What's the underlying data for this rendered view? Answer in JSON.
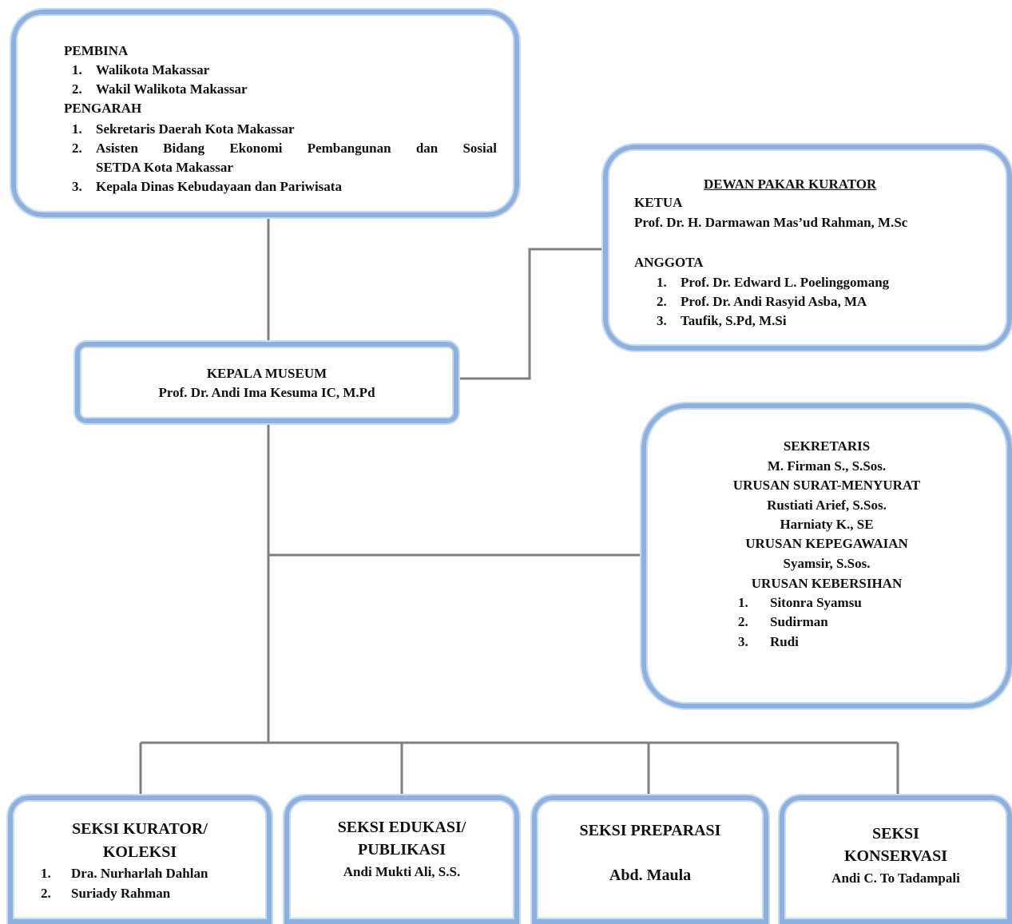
{
  "pembina_box": {
    "heading1": "PEMBINA",
    "pembina": [
      "Walikota Makassar",
      "Wakil Walikota Makassar"
    ],
    "heading2": "PENGARAH",
    "pengarah_1": "Sekretaris Daerah Kota Makassar",
    "pengarah_2_line1": "Asisten Bidang Ekonomi Pembangunan dan Sosial",
    "pengarah_2_line2": "SETDA Kota Makassar",
    "pengarah_3": "Kepala Dinas Kebudayaan dan Pariwisata",
    "numbers": [
      "1.",
      "2.",
      "1.",
      "2.",
      "3."
    ]
  },
  "dewan_pakar": {
    "title": "DEWAN PAKAR KURATOR",
    "ketua_label": "KETUA",
    "ketua_name": "Prof. Dr. H. Darmawan Mas’ud Rahman, M.Sc",
    "anggota_label": "ANGGOTA",
    "anggota": [
      "Prof. Dr. Edward L. Poelinggomang",
      "Prof. Dr. Andi Rasyid Asba, MA",
      "Taufik, S.Pd, M.Si"
    ],
    "numbers": [
      "1.",
      "2.",
      "3."
    ]
  },
  "kepala": {
    "title": "KEPALA MUSEUM",
    "name": "Prof. Dr. Andi Ima Kesuma IC, M.Pd"
  },
  "sekretaris": {
    "title": "SEKRETARIS",
    "name": "M. Firman S., S.Sos.",
    "urusan_surat": "URUSAN SURAT-MENYURAT",
    "surat_1": "Rustiati Arief, S.Sos.",
    "surat_2": "Harniaty K., SE",
    "urusan_pegawai": "URUSAN KEPEGAWAIAN",
    "pegawai_1": "Syamsir, S.Sos.",
    "urusan_bersih": "URUSAN KEBERSIHAN",
    "bersih": [
      "Sitonra Syamsu",
      "Sudirman",
      "Rudi"
    ],
    "numbers": [
      "1.",
      "2.",
      "3."
    ]
  },
  "seksi_kurator": {
    "title_line1": "SEKSI KURATOR/",
    "title_line2": "KOLEKSI",
    "members": [
      "Dra. Nurharlah Dahlan",
      "Suriady Rahman"
    ],
    "numbers": [
      "1.",
      "2."
    ]
  },
  "seksi_edukasi": {
    "title_line1": "SEKSI EDUKASI/",
    "title_line2": "PUBLIKASI",
    "name": "Andi Mukti Ali, S.S."
  },
  "seksi_preparasi": {
    "title": "SEKSI PREPARASI",
    "name": "Abd. Maula"
  },
  "seksi_konservasi": {
    "title_line1": "SEKSI",
    "title_line2": "KONSERVASI",
    "name": "Andi C. To Tadampali"
  },
  "colors": {
    "box_border": "#8db1de",
    "line": "#7f7f7f"
  }
}
